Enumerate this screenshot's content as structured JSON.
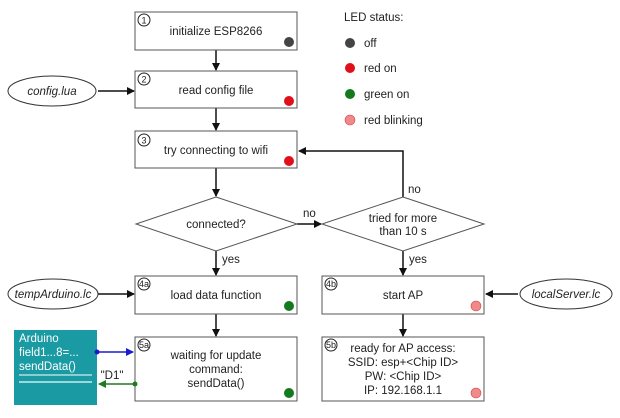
{
  "legend": {
    "title": "LED status:",
    "items": [
      {
        "label": "off",
        "color": "#444444"
      },
      {
        "label": "red on",
        "color": "#e0101a"
      },
      {
        "label": "green on",
        "color": "#137a1e"
      },
      {
        "label": "red blinking",
        "color": "#f08a8a"
      }
    ]
  },
  "steps": {
    "s1": {
      "num": "1",
      "label": "initialize ESP8266",
      "led": "off"
    },
    "s2": {
      "num": "2",
      "label": "read config file",
      "led": "red on"
    },
    "s3": {
      "num": "3",
      "label": "try connecting to wifi",
      "led": "red on"
    },
    "s4a": {
      "num": "4a",
      "label": "load data function",
      "led": "green on"
    },
    "s4b": {
      "num": "4b",
      "label": "start AP",
      "led": "red blinking"
    },
    "s5a": {
      "num": "5a",
      "lines": [
        "waiting for update",
        "command:",
        "sendData()"
      ],
      "led": "green on"
    },
    "s5b": {
      "num": "5b",
      "lines": [
        "ready for AP access:",
        "SSID: esp+<Chip ID>",
        "PW: <Chip ID>",
        "IP: 192.168.1.1"
      ],
      "led": "red blinking"
    }
  },
  "decisions": {
    "d1": {
      "label": "connected?",
      "no": "no",
      "yes": "yes"
    },
    "d2": {
      "lines": [
        "tried for more",
        "than 10 s"
      ],
      "no": "no",
      "yes": "yes"
    }
  },
  "files": {
    "config": "config.lua",
    "tempArduino": "tempArduino.lc",
    "localServer": "localServer.lc"
  },
  "arduino": {
    "lines": [
      "Arduino",
      "field1...8=...",
      "sendData()"
    ],
    "color": "#1a9ba4",
    "signal_label": "\"D1\"",
    "send_color": "#1a1ad0",
    "signal_color": "#1f7a1f"
  }
}
